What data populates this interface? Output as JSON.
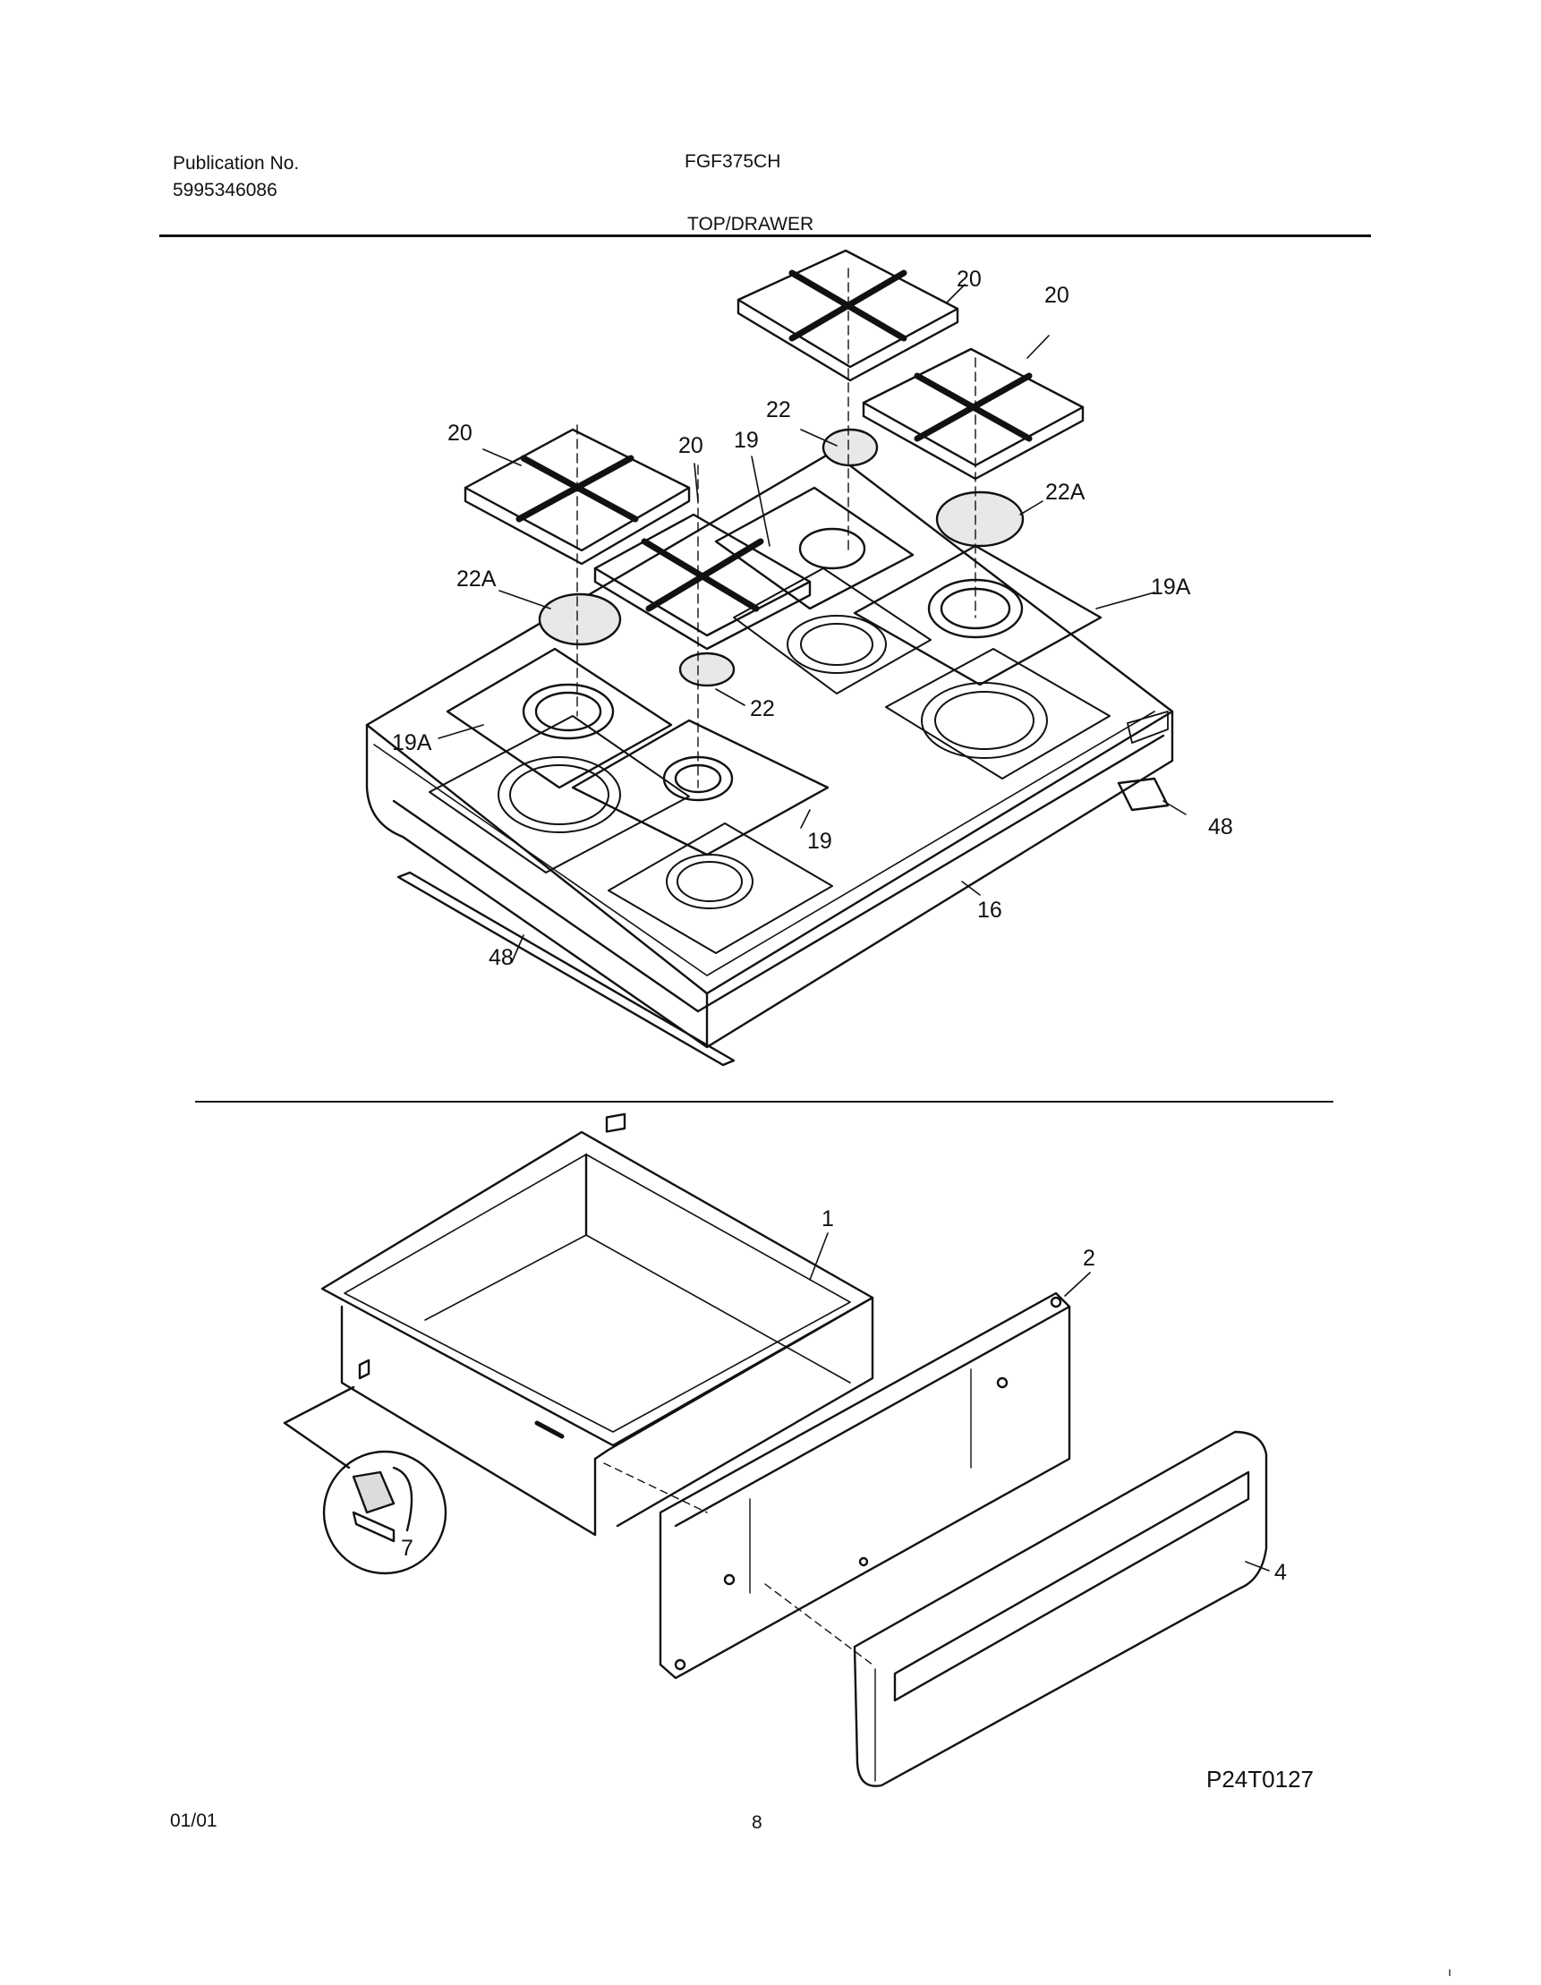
{
  "header": {
    "publication_label": "Publication No.",
    "publication_number": "5995346086",
    "model": "FGF375CH",
    "section_title": "TOP/DRAWER"
  },
  "callouts": {
    "grate_a": "20",
    "grate_b": "20",
    "grate_c": "20",
    "grate_d": "20",
    "cap_rear": "22",
    "cap_front": "22",
    "cap_large_right": "22A",
    "cap_large_left": "22A",
    "pan_19_rear": "19",
    "pan_19_front": "19",
    "pan_19a_right": "19A",
    "pan_19a_left": "19A",
    "trim_right": "48",
    "trim_left": "48",
    "cooktop": "16",
    "drawer_body": "1",
    "drawer_front_panel": "2",
    "drawer_glide": "7",
    "drawer_front": "4"
  },
  "footer": {
    "diagram_code": "P24T0127",
    "date": "01/01",
    "page_number": "8",
    "corner_mark": "ı"
  }
}
